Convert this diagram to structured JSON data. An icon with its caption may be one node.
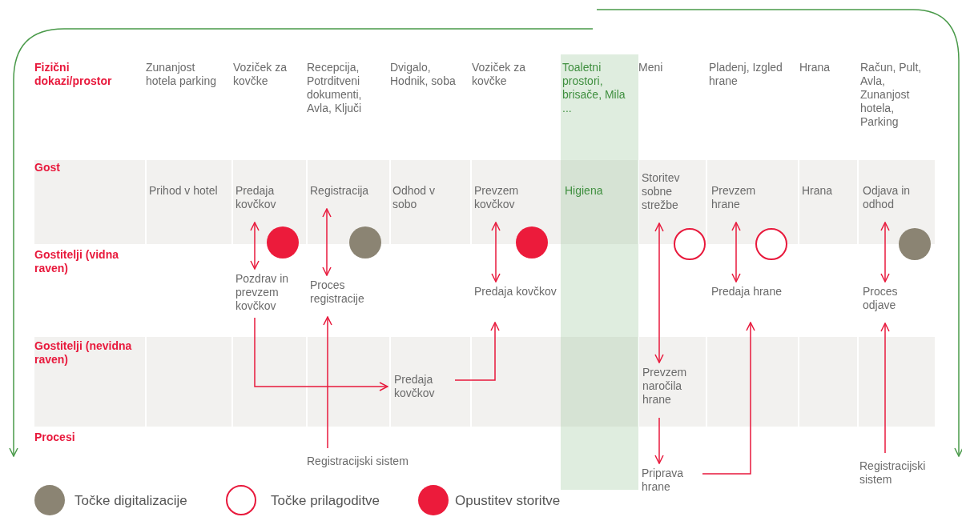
{
  "diagram": {
    "nodes": [
      {
        "text": [
          "Predaja kovčkov"
        ]
      },
      {
        "text": [
          "Registracija"
        ]
      },
      {
        "text": [
          "Prevzem kovčkov"
        ]
      },
      {
        "text": [
          "Storitev sobne strežbe"
        ]
      },
      {
        "text": [
          "Prevzem hrane"
        ]
      },
      {
        "text": [
          "Odjava in odhod"
        ]
      },
      {
        "text": [],
        "shape": "circle"
      },
      {
        "text": [],
        "shape": "circle"
      },
      {
        "text": [],
        "shape": "circle"
      },
      {
        "text": [],
        "shape": "circle"
      },
      {
        "text": [],
        "shape": "circle"
      },
      {
        "text": [],
        "shape": "circle"
      },
      {
        "text": [
          "Pozdrav in prevzem kovčkov"
        ]
      },
      {
        "text": [
          "Proces registracije"
        ]
      },
      {
        "text": [
          "Predaja kovčkov"
        ]
      },
      {
        "text": [
          "Predaja hrane"
        ]
      },
      {
        "text": [
          "Proces odjave"
        ]
      },
      {
        "text": [
          "Predaja kovčkov"
        ]
      },
      {
        "text": [
          "Prevzem naročila hrane"
        ]
      },
      {
        "text": [
          "Registracijski sistem"
        ]
      },
      {
        "text": [
          "Priprava hrane"
        ]
      },
      {
        "text": [
          "Registracijski sistem"
        ]
      }
    ],
    "edges": [
      {
        "from": 0,
        "to": 12,
        "arrow": "both"
      },
      {
        "from": 1,
        "to": 13,
        "arrow": "both"
      },
      {
        "from": 12,
        "to": 17,
        "arrow": "to"
      },
      {
        "from": 19,
        "to": 13,
        "arrow": "to"
      },
      {
        "from": 17,
        "to": 14,
        "arrow": "to"
      },
      {
        "from": 2,
        "to": 14,
        "arrow": "both"
      },
      {
        "from": 3,
        "to": 18,
        "arrow": "both"
      },
      {
        "from": 18,
        "to": 20,
        "arrow": "to"
      },
      {
        "from": 20,
        "to": 15,
        "arrow": "to"
      },
      {
        "from": 4,
        "to": 15,
        "arrow": "both"
      },
      {
        "from": 5,
        "to": 16,
        "arrow": "both"
      },
      {
        "from": 21,
        "to": 16,
        "arrow": "to"
      }
    ],
    "labels": [
      "Fizični dokazi/prostor",
      "Zunanjost hotela parking",
      "Voziček za kovčke",
      "Recepcija, Potrditveni dokumenti, Avla, Ključi",
      "Dvigalo, Hodnik, soba",
      "Voziček za kovčke",
      "Toaletni prostori, brisače, Mila ...",
      "Meni",
      "Pladenj, Izgled hrane",
      "Hrana",
      "Račun, Pult, Avla, Zunanjost hotela, Parking",
      "Gost",
      "Prihod v hotel",
      "Odhod v sobo",
      "Higiena",
      "Hrana",
      "Gostitelji (vidna raven)",
      "Gostitelji (nevidna raven)",
      "Procesi"
    ],
    "legend": [
      {
        "text": "Točke digitalizacije",
        "color": "#8b8473"
      },
      {
        "text": "Točke prilagoditve"
      },
      {
        "text": "Opustitev storitve",
        "color": "#ec1b3b"
      }
    ]
  }
}
